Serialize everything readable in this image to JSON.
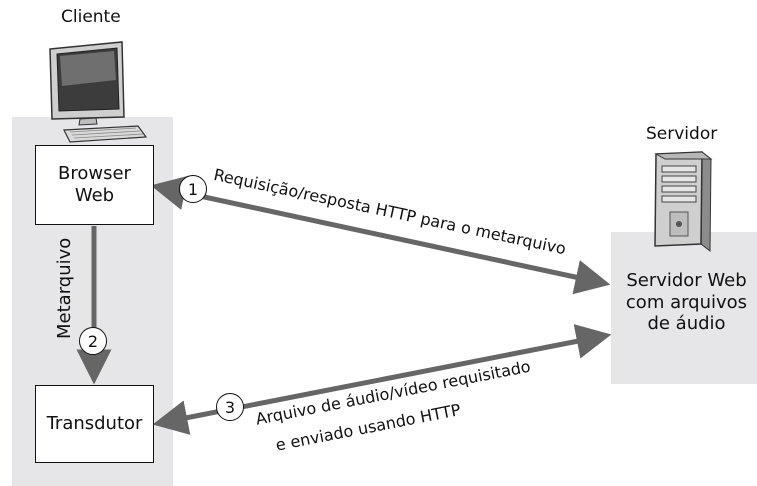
{
  "client": {
    "title": "Cliente",
    "browser_line1": "Browser",
    "browser_line2": "Web",
    "metarquivo": "Metarquivo",
    "transdutor": "Transdutor"
  },
  "server": {
    "title": "Servidor",
    "line1": "Servidor Web",
    "line2": "com arquivos",
    "line3": "de áudio"
  },
  "steps": [
    {
      "number": "1",
      "label": "Requisição/resposta HTTP para o metarquivo"
    },
    {
      "number": "2",
      "label": ""
    },
    {
      "number": "3",
      "line1": "Arquivo de áudio/vídeo requisitado",
      "line2": "e enviado usando HTTP"
    }
  ],
  "colors": {
    "panel": "#e6e6e8",
    "arrow": "#666666",
    "text": "#111111"
  },
  "icons": {
    "client": "desktop-computer-icon",
    "server": "server-tower-icon"
  }
}
